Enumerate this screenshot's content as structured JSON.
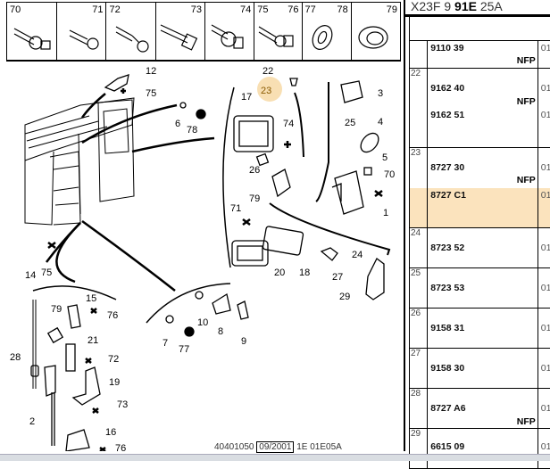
{
  "parts_strip": {
    "cells": [
      {
        "left": "70",
        "right": ""
      },
      {
        "left": "",
        "right": "71"
      },
      {
        "left": "72",
        "right": ""
      },
      {
        "left": "",
        "right": "73"
      },
      {
        "left": "",
        "right": "74"
      },
      {
        "left": "75",
        "right": "76"
      },
      {
        "left": "77",
        "right": "78"
      },
      {
        "left": "",
        "right": "79"
      }
    ]
  },
  "diagram": {
    "callouts": [
      "12",
      "75",
      "6",
      "78",
      "22",
      "23",
      "3",
      "17",
      "74",
      "25",
      "4",
      "5",
      "70",
      "26",
      "79",
      "71",
      "1",
      "24",
      "20",
      "18",
      "27",
      "14",
      "75",
      "29",
      "15",
      "76",
      "79",
      "28",
      "21",
      "72",
      "19",
      "73",
      "2",
      "16",
      "76",
      "10",
      "7",
      "77",
      "8",
      "9"
    ],
    "highlighted_callout": "23",
    "highlight_color": "#f7d9a6",
    "footer": [
      "40401050",
      "09/2001",
      "1E 01E05A"
    ]
  },
  "parts_list": {
    "title_prefix": "X23F 9 ",
    "title_bold": "91E",
    "title_suffix": " 25A",
    "highlight_color": "#fbe3bd",
    "rows": [
      {
        "ref": "",
        "items": [
          {
            "pn": "9110 39",
            "nfp": "NFP",
            "qty": "01"
          }
        ]
      },
      {
        "ref": "22",
        "items": [
          {
            "pn": "9162 40",
            "nfp": "NFP",
            "qty": "01"
          },
          {
            "pn": "9162 51",
            "nfp": "",
            "qty": "01"
          }
        ]
      },
      {
        "ref": "23",
        "items": [
          {
            "pn": "8727 30",
            "nfp": "NFP",
            "qty": "01"
          }
        ]
      },
      {
        "ref": "",
        "items": [
          {
            "pn": "8727 C1",
            "nfp": "",
            "qty": "01",
            "selected": true
          }
        ]
      },
      {
        "ref": "24",
        "items": [
          {
            "pn": "8723 52",
            "nfp": "",
            "qty": "01"
          }
        ]
      },
      {
        "ref": "25",
        "items": [
          {
            "pn": "8723 53",
            "nfp": "",
            "qty": "01"
          }
        ]
      },
      {
        "ref": "26",
        "items": [
          {
            "pn": "9158 31",
            "nfp": "",
            "qty": "01"
          }
        ]
      },
      {
        "ref": "27",
        "items": [
          {
            "pn": "9158 30",
            "nfp": "",
            "qty": "01"
          }
        ]
      },
      {
        "ref": "28",
        "items": [
          {
            "pn": "8727 A6",
            "nfp": "NFP",
            "qty": "01"
          }
        ]
      },
      {
        "ref": "29",
        "items": [
          {
            "pn": "6615 09",
            "nfp": "",
            "qty": "01"
          }
        ]
      }
    ]
  }
}
